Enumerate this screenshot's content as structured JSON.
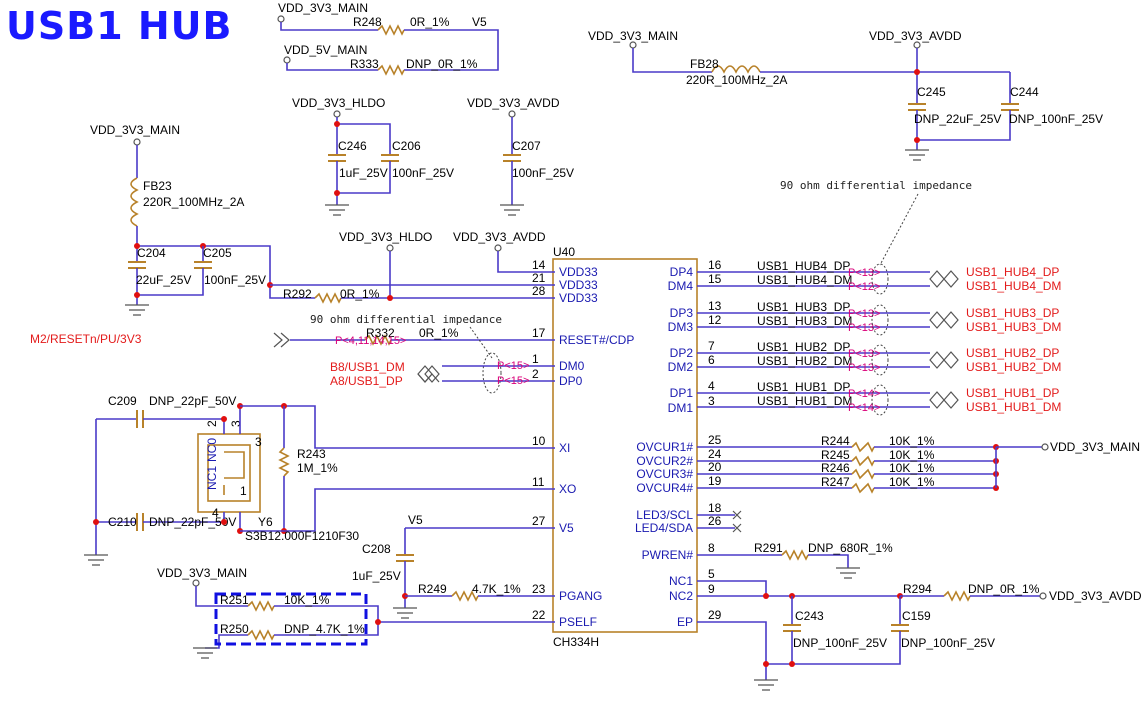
{
  "title": "USB1 HUB",
  "ic": {
    "ref": "U40",
    "part": "CH334H",
    "left_pins": [
      {
        "name": "VDD33",
        "num": "14"
      },
      {
        "name": "VDD33",
        "num": "21"
      },
      {
        "name": "VDD33",
        "num": "28"
      },
      {
        "name": "RESET#/CDP",
        "num": "17"
      },
      {
        "name": "DM0",
        "num": "1"
      },
      {
        "name": "DP0",
        "num": "2"
      },
      {
        "name": "XI",
        "num": "10"
      },
      {
        "name": "XO",
        "num": "11"
      },
      {
        "name": "V5",
        "num": "27"
      },
      {
        "name": "PGANG",
        "num": "23"
      },
      {
        "name": "PSELF",
        "num": "22"
      }
    ],
    "right_pins": [
      {
        "name": "DP4",
        "num": "16"
      },
      {
        "name": "DM4",
        "num": "15"
      },
      {
        "name": "DP3",
        "num": "13"
      },
      {
        "name": "DM3",
        "num": "12"
      },
      {
        "name": "DP2",
        "num": "7"
      },
      {
        "name": "DM2",
        "num": "6"
      },
      {
        "name": "DP1",
        "num": "4"
      },
      {
        "name": "DM1",
        "num": "3"
      },
      {
        "name": "OVCUR1#",
        "num": "25"
      },
      {
        "name": "OVCUR2#",
        "num": "24"
      },
      {
        "name": "OVCUR3#",
        "num": "20"
      },
      {
        "name": "OVCUR4#",
        "num": "19"
      },
      {
        "name": "LED3/SCL",
        "num": "18"
      },
      {
        "name": "LED4/SDA",
        "num": "26"
      },
      {
        "name": "PWREN#",
        "num": "8"
      },
      {
        "name": "NC1",
        "num": "5"
      },
      {
        "name": "NC2",
        "num": "9"
      },
      {
        "name": "EP",
        "num": "29"
      }
    ]
  },
  "rails": {
    "v3_main": "VDD_3V3_MAIN",
    "v5_main": "VDD_5V_MAIN",
    "hldo": "VDD_3V3_HLDO",
    "avdd": "VDD_3V3_AVDD",
    "v5": "V5"
  },
  "components": {
    "r248": {
      "ref": "R248",
      "val": "0R_1%"
    },
    "r333": {
      "ref": "R333",
      "val": "DNP_0R_1%"
    },
    "fb28": {
      "ref": "FB28",
      "val": "220R_100MHz_2A"
    },
    "c245": {
      "ref": "C245",
      "val": "DNP_22uF_25V"
    },
    "c244": {
      "ref": "C244",
      "val": "DNP_100nF_25V"
    },
    "c246": {
      "ref": "C246",
      "val": "1uF_25V"
    },
    "c206": {
      "ref": "C206",
      "val": "100nF_25V"
    },
    "c207": {
      "ref": "C207",
      "val": "100nF_25V"
    },
    "fb23": {
      "ref": "FB23",
      "val": "220R_100MHz_2A"
    },
    "c204": {
      "ref": "C204",
      "val": "22uF_25V"
    },
    "c205": {
      "ref": "C205",
      "val": "100nF_25V"
    },
    "r292": {
      "ref": "R292",
      "val": "0R_1%"
    },
    "r332": {
      "ref": "R332",
      "val": "0R_1%"
    },
    "c209": {
      "ref": "C209",
      "val": "DNP_22pF_50V"
    },
    "c210": {
      "ref": "C210",
      "val": "DNP_22pF_50V"
    },
    "y6": {
      "ref": "Y6",
      "val": "S3B12.000F1210F30"
    },
    "r243": {
      "ref": "R243",
      "val": "1M_1%"
    },
    "c208": {
      "ref": "C208",
      "val": "1uF_25V"
    },
    "r249": {
      "ref": "R249",
      "val": "4.7K_1%"
    },
    "r251": {
      "ref": "R251",
      "val": "10K_1%"
    },
    "r250": {
      "ref": "R250",
      "val": "DNP_4.7K_1%"
    },
    "r244": {
      "ref": "R244",
      "val": "10K_1%"
    },
    "r245": {
      "ref": "R245",
      "val": "10K_1%"
    },
    "r246": {
      "ref": "R246",
      "val": "10K_1%"
    },
    "r247": {
      "ref": "R247",
      "val": "10K_1%"
    },
    "r291": {
      "ref": "R291",
      "val": "DNP_680R_1%"
    },
    "r294": {
      "ref": "R294",
      "val": "DNP_0R_1%"
    },
    "c243": {
      "ref": "C243",
      "val": "DNP_100nF_25V"
    },
    "c159": {
      "ref": "C159",
      "val": "DNP_100nF_25V"
    }
  },
  "crystal_pins": {
    "p1": "1",
    "p2": "2",
    "p3": "3",
    "p4": "4",
    "nc0": "NC0",
    "nc1": "NC1"
  },
  "nets": {
    "reset": "M2/RESETn/PU/3V3",
    "usb1_dm": "B8/USB1_DM",
    "usb1_dp": "A8/USB1_DP",
    "hub4_dp": "USB1_HUB4_DP",
    "hub4_dm": "USB1_HUB4_DM",
    "hub3_dp": "USB1_HUB3_DP",
    "hub3_dm": "USB1_HUB3_DM",
    "hub2_dp": "USB1_HUB2_DP",
    "hub2_dm": "USB1_HUB2_DM",
    "hub1_dp": "USB1_HUB1_DP",
    "hub1_dm": "USB1_HUB1_DM"
  },
  "page_refs": {
    "reset": "P<4,11,14,15>",
    "p15": "P<15>",
    "p13": "P<13>",
    "p12": "P<12>",
    "p14": "P<14>"
  },
  "notes": {
    "diff_impedance": "90 ohm differential impedance"
  },
  "colors": {
    "title": "#1a1aff",
    "wire": "#4a3ac8",
    "component": "#b8822a",
    "net_label": "#e31b1b",
    "page_ref": "#d9007a",
    "junction": "#e01010",
    "highlight": "#1010e0"
  }
}
